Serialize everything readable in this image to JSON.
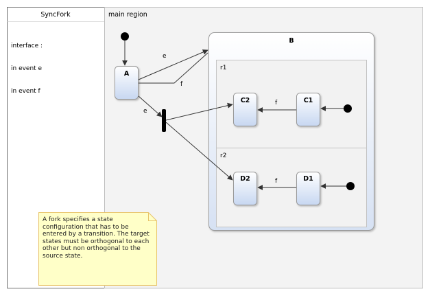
{
  "interface_panel": {
    "title": "SyncFork",
    "lines": [
      "interface :",
      "in event e",
      "in event f"
    ]
  },
  "main_region": {
    "label": "main region"
  },
  "states": {
    "A": "A",
    "B": "B",
    "C1": "C1",
    "C2": "C2",
    "D1": "D1",
    "D2": "D2"
  },
  "regions": {
    "r1": "r1",
    "r2": "r2"
  },
  "transitions": {
    "A_to_B": "e",
    "B_to_A": "f",
    "A_to_fork": "e",
    "C1_to_C2": "f",
    "D1_to_D2": "f"
  },
  "note": {
    "text": "A fork specifies a state configuration that has to be entered by a transition. The target states must be orthogonal to each other but non orthogonal to the source state."
  },
  "colors": {
    "state_fill_top": "#ffffff",
    "state_fill_bottom": "#c9d9f2",
    "state_border": "#9a9a9a",
    "region_fill": "#f3f3f3",
    "composite_fill": "#dde6f5",
    "note_fill": "#ffffc8",
    "note_border": "#e8c46a",
    "line": "#333333"
  }
}
